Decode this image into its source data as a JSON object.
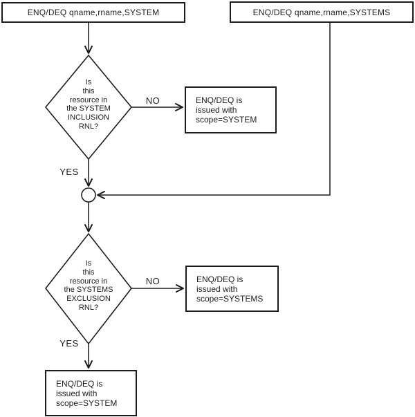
{
  "colors": {
    "line": "#1c1c1c",
    "background": "#ffffff",
    "text": "#1c1c1c"
  },
  "nodes": {
    "entry_system": {
      "label": "ENQ/DEQ qname,rname,SYSTEM"
    },
    "entry_systems": {
      "label": "ENQ/DEQ qname,rname,SYSTEMS"
    },
    "decision_inclusion": {
      "label": "Is\nthis\nresource in\nthe SYSTEM\nINCLUSION\nRNL?"
    },
    "result_inclusion_no": {
      "label": "ENQ/DEQ is\nissued with\nscope=SYSTEM"
    },
    "decision_exclusion": {
      "label": "Is\nthis\nresource in\nthe SYSTEMS\nEXCLUSION\nRNL?"
    },
    "result_exclusion_no": {
      "label": "ENQ/DEQ is\nissued with\nscope=SYSTEMS"
    },
    "result_exclusion_yes": {
      "label": "ENQ/DEQ is\nissued with\nscope=SYSTEM"
    }
  },
  "edge_labels": {
    "inclusion_no": "NO",
    "inclusion_yes": "YES",
    "exclusion_no": "NO",
    "exclusion_yes": "YES"
  }
}
